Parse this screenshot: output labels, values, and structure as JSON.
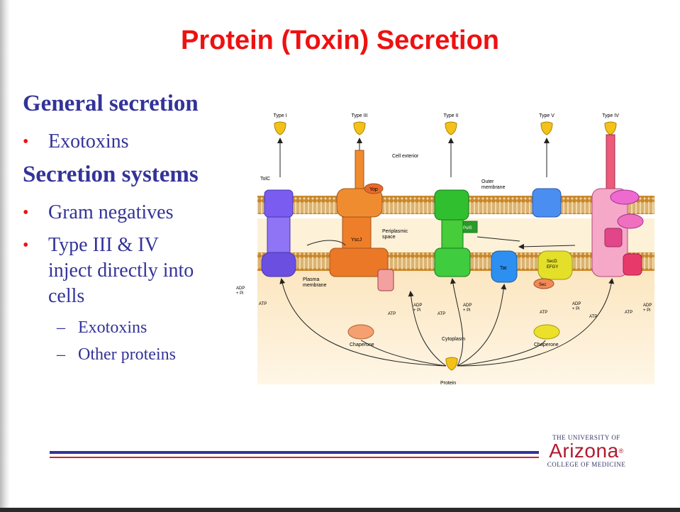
{
  "slide": {
    "title": "Protein (Toxin) Secretion",
    "heading1": "General secretion",
    "bullet1": "Exotoxins",
    "heading2": "Secretion systems",
    "bullet2": "Gram negatives",
    "bullet3": [
      "Type III & IV",
      "inject directly into",
      "cells"
    ],
    "sub1": "Exotoxins",
    "sub2": "Other proteins"
  },
  "diagram": {
    "types": [
      "Type I",
      "Type III",
      "Type II",
      "Type V",
      "Type IV"
    ],
    "cell_exterior": "Cell exterior",
    "outer_membrane": [
      "Outer",
      "membrane"
    ],
    "periplasmic": [
      "Periplasmic",
      "space"
    ],
    "plasma_membrane": [
      "Plasma",
      "membrane"
    ],
    "cytoplasm": "Cytoplasm",
    "protein": "Protein",
    "chaperone": "Chaperone",
    "tolc": "TolC",
    "yop": "Yop",
    "yscj": "YscJ",
    "puls": "PulS",
    "tat": "Tat",
    "secd": [
      "SecD",
      "EFGY"
    ],
    "sec": "Sec",
    "atp": "ATP",
    "adp": [
      "ADP",
      "+ Pi"
    ]
  },
  "logo": {
    "line1": "The University of",
    "line2": "Arizona",
    "line3": "College of Medicine",
    "registered": "®"
  },
  "colors": {
    "title": "#ee1111",
    "text": "#333399",
    "rule_blue": "#333399",
    "rule_red": "#cc2233",
    "logo_red": "#b01a30"
  }
}
